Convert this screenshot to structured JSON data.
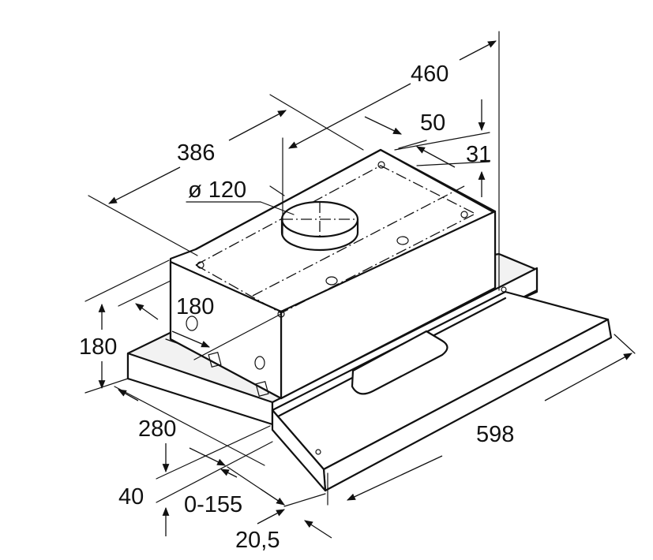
{
  "diagram": {
    "dimensions": {
      "depth_overall": "460",
      "chimney_offset": "50",
      "top_offset": "31",
      "chimney_position": "386",
      "duct_diameter": "ø 120",
      "body_depth": "180",
      "height": "180",
      "base_depth": "280",
      "front_height": "40",
      "extension_range": "0-155",
      "front_thickness": "20,5",
      "width": "598"
    }
  }
}
